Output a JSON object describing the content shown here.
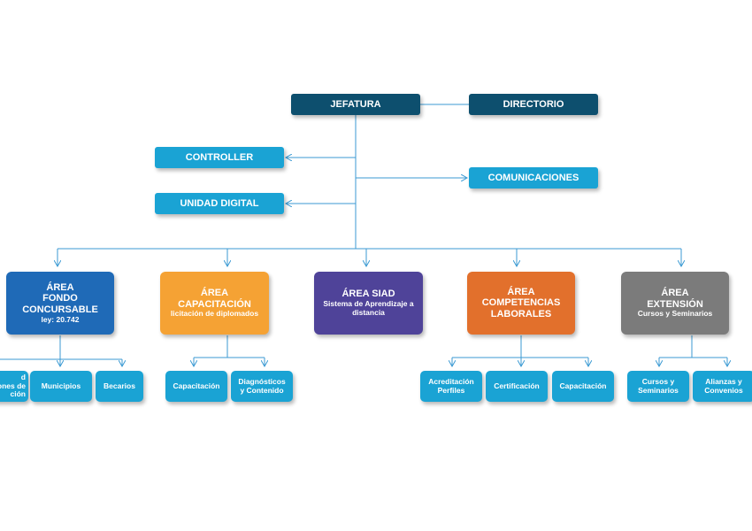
{
  "top": {
    "jefatura": "JEFATURA",
    "directorio": "DIRECTORIO"
  },
  "staff": {
    "controller": "CONTROLLER",
    "unidad_digital": "UNIDAD DIGITAL",
    "comunicaciones": "COMUNICACIONES"
  },
  "areas": [
    {
      "line1": "ÁREA",
      "line2": "FONDO CONCURSABLE",
      "sub": "ley: 20.742",
      "color": "#1f6ab7"
    },
    {
      "line1": "ÁREA",
      "line2": "CAPACITACIÓN",
      "sub": "licitación de diplomados",
      "color": "#f5a234"
    },
    {
      "line1": "ÁREA SIAD",
      "line2": "",
      "sub": "Sistema de Aprendizaje a distancia",
      "color": "#4f4399"
    },
    {
      "line1": "ÁREA",
      "line2": "COMPETENCIAS LABORALES",
      "sub": "",
      "color": "#e2702c"
    },
    {
      "line1": "ÁREA",
      "line2": "EXTENSIÓN",
      "sub": "Cursos y Seminarios",
      "color": "#7b7b7b"
    }
  ],
  "subunits": {
    "fondo": [
      "d\nones de\nción",
      "Municipios",
      "Becarios"
    ],
    "capacitacion": [
      "Capacitación",
      "Diagnósticos\ny Contenido"
    ],
    "competencias": [
      "Acreditación\nPerfiles",
      "Certificación",
      "Capacitación"
    ],
    "extension": [
      "Cursos y\nSeminarios",
      "Alianzas y\nConvenios"
    ]
  }
}
